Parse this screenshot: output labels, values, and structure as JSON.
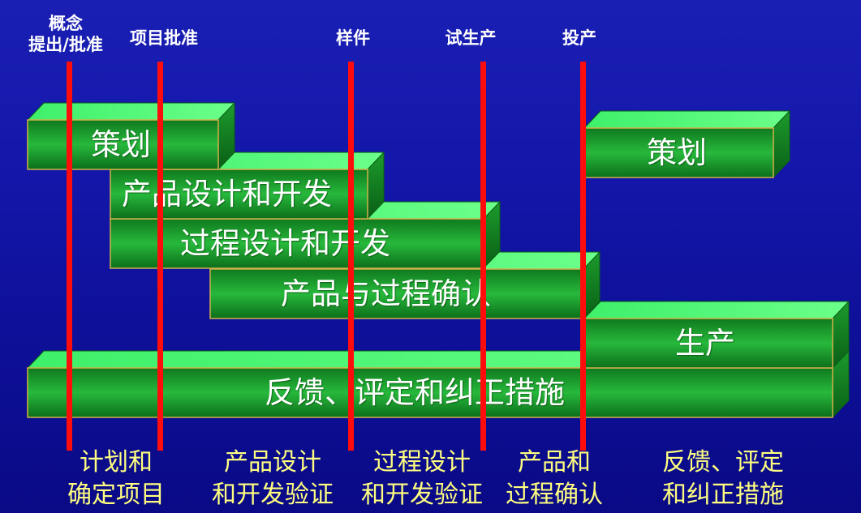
{
  "milestones": [
    {
      "id": "concept",
      "lines": [
        "概念",
        "提出/批准"
      ]
    },
    {
      "id": "project-approval",
      "lines": [
        "项目批准"
      ]
    },
    {
      "id": "prototype",
      "lines": [
        "样件"
      ]
    },
    {
      "id": "trial-production",
      "lines": [
        "试生产"
      ]
    },
    {
      "id": "launch",
      "lines": [
        "投产"
      ]
    }
  ],
  "bars": [
    {
      "id": "planning-1",
      "label": "策划"
    },
    {
      "id": "product-design",
      "label": "产品设计和开发"
    },
    {
      "id": "process-design",
      "label": "过程设计和开发"
    },
    {
      "id": "validation",
      "label": "产品与过程确认"
    },
    {
      "id": "planning-2",
      "label": "策划"
    },
    {
      "id": "production",
      "label": "生产"
    },
    {
      "id": "feedback",
      "label": "反馈、评定和纠正措施"
    }
  ],
  "phases": [
    {
      "id": "plan",
      "lines": [
        "计划和",
        "确定项目"
      ]
    },
    {
      "id": "product",
      "lines": [
        "产品设计",
        "和开发验证"
      ]
    },
    {
      "id": "process",
      "lines": [
        "过程设计",
        "和开发验证"
      ]
    },
    {
      "id": "validate",
      "lines": [
        "产品和",
        "过程确认"
      ]
    },
    {
      "id": "feedback",
      "lines": [
        "反馈、评定",
        "和纠正措施"
      ]
    }
  ],
  "colors": {
    "background": "#1316a8",
    "bar_front": "#1f9a2e",
    "bar_top": "#4dff73",
    "bar_side": "#0e7a1e",
    "milestone_line": "#ff0d0d",
    "phase_text": "#ffff80",
    "milestone_text": "#ffffff"
  }
}
